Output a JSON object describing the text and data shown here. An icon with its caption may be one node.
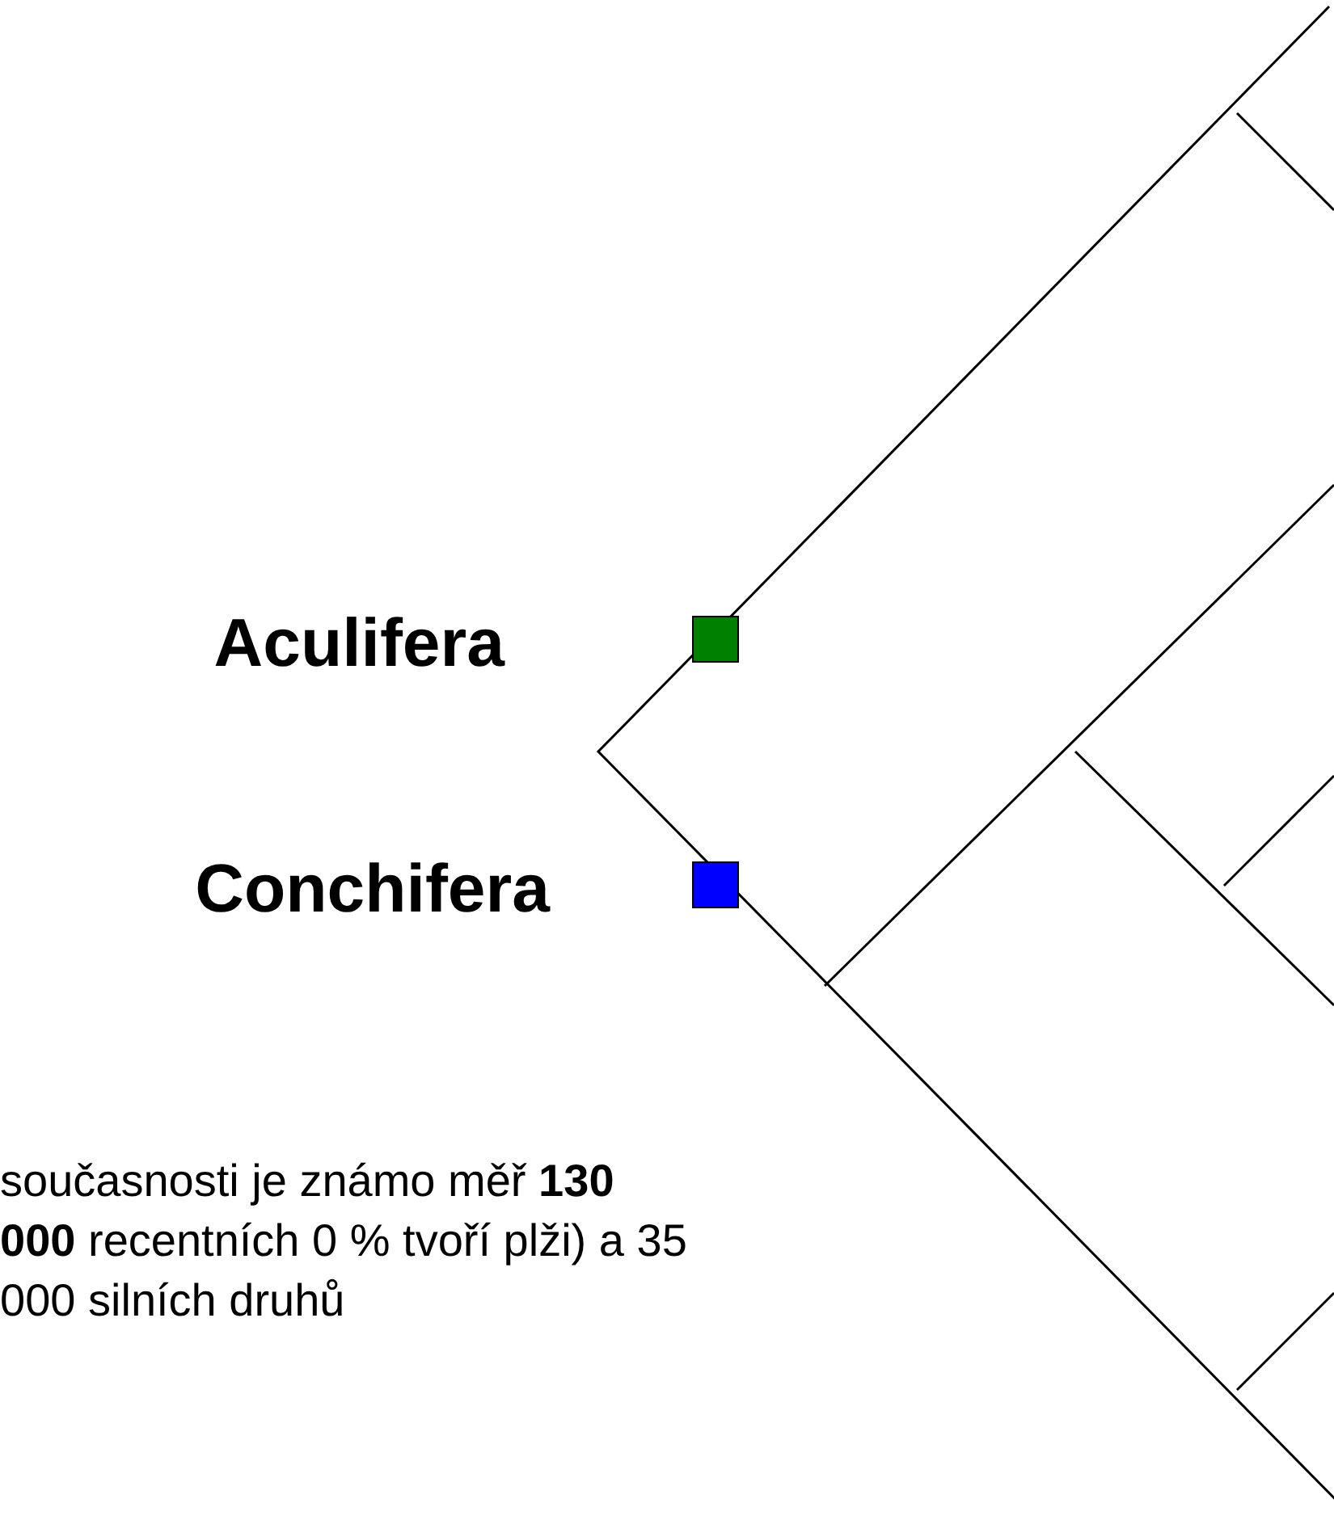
{
  "diagram": {
    "labels": [
      "současnosti je známo měř **130 000** recentních 0 % tvoří plži) a 35 000 silních druhů"
    ],
    "legend": [
      {
        "text": "Aculifera",
        "color": "#008000"
      },
      {
        "text": "Conchifera",
        "color": "#0000ff"
      }
    ]
  }
}
